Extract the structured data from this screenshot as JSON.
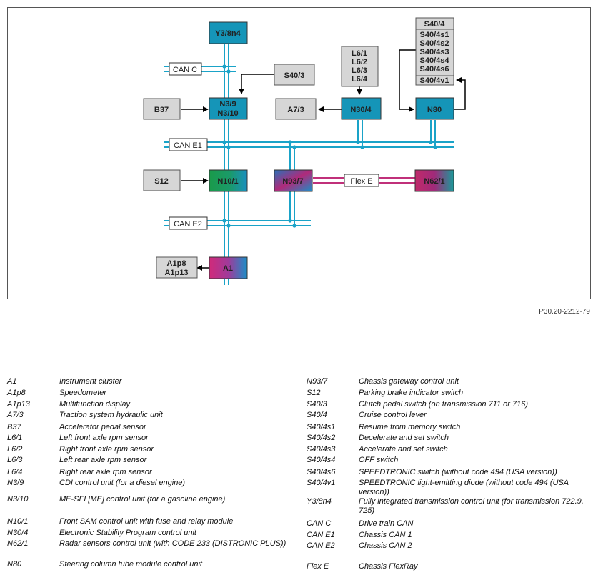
{
  "diagram": {
    "units": {
      "y3_8n4": "Y3/8n4",
      "n3_9": "N3/9",
      "n3_10": "N3/10",
      "b37": "B37",
      "s40_3": "S40/3",
      "a7_3": "A7/3",
      "n30_4": "N30/4",
      "l6_1": "L6/1",
      "l6_2": "L6/2",
      "l6_3": "L6/3",
      "l6_4": "L6/4",
      "n80": "N80",
      "s40_4": "S40/4",
      "s40_4s1": "S40/4s1",
      "s40_4s2": "S40/4s2",
      "s40_4s3": "S40/4s3",
      "s40_4s4": "S40/4s4",
      "s40_4s6": "S40/4s6",
      "s40_4v1": "S40/4v1",
      "s12": "S12",
      "n10_1": "N10/1",
      "n93_7": "N93/7",
      "n62_1": "N62/1",
      "a1": "A1",
      "a1p8": "A1p8",
      "a1p13": "A1p13"
    },
    "buses": {
      "can_c": "CAN C",
      "can_e1": "CAN E1",
      "can_e2": "CAN E2",
      "flex_e": "Flex E"
    },
    "figure_ref": "P30.20-2212-79"
  },
  "legend": {
    "left": [
      {
        "code": "A1",
        "desc": "Instrument cluster"
      },
      {
        "code": "A1p8",
        "desc": "Speedometer"
      },
      {
        "code": "A1p13",
        "desc": "Multifunction display"
      },
      {
        "code": "A7/3",
        "desc": "Traction system hydraulic unit"
      },
      {
        "code": "B37",
        "desc": "Accelerator pedal sensor"
      },
      {
        "code": "L6/1",
        "desc": "Left front axle rpm sensor"
      },
      {
        "code": "L6/2",
        "desc": "Right front axle rpm sensor"
      },
      {
        "code": "L6/3",
        "desc": "Left rear axle rpm sensor"
      },
      {
        "code": "L6/4",
        "desc": "Right rear axle rpm sensor"
      },
      {
        "code": "N3/9",
        "desc": "CDI control unit (for a diesel engine)"
      },
      {
        "code": "N3/10",
        "desc": "ME-SFI [ME] control unit (for a gasoline engine)"
      },
      {
        "code": "N10/1",
        "desc": "Front SAM control unit with fuse and relay module"
      },
      {
        "code": "N30/4",
        "desc": "Electronic Stability Program control unit"
      },
      {
        "code": "N62/1",
        "desc": "Radar sensors control unit (with CODE 233 (DISTRONIC PLUS))"
      },
      {
        "code": "N80",
        "desc": "Steering column tube module control unit"
      }
    ],
    "right": [
      {
        "code": "N93/7",
        "desc": "Chassis gateway control unit"
      },
      {
        "code": "S12",
        "desc": "Parking brake indicator switch"
      },
      {
        "code": "S40/3",
        "desc": "Clutch pedal switch (on transmission 711 or 716)"
      },
      {
        "code": "S40/4",
        "desc": "Cruise control lever"
      },
      {
        "code": "S40/4s1",
        "desc": "Resume from memory switch"
      },
      {
        "code": "S40/4s2",
        "desc": "Decelerate and set switch"
      },
      {
        "code": "S40/4s3",
        "desc": "Accelerate and set switch"
      },
      {
        "code": "S40/4s4",
        "desc": "OFF switch"
      },
      {
        "code": "S40/4s6",
        "desc": "SPEEDTRONIC switch (without code 494 (USA version))"
      },
      {
        "code": "S40/4v1",
        "desc": "SPEEDTRONIC light-emitting diode (without code 494 (USA version))"
      },
      {
        "code": "Y3/8n4",
        "desc": "Fully integrated transmission control unit (for transmission 722.9, 725)"
      },
      {
        "code": "CAN C",
        "desc": "Drive train CAN"
      },
      {
        "code": "CAN E1",
        "desc": "Chassis CAN 1"
      },
      {
        "code": "CAN E2",
        "desc": "Chassis CAN 2"
      },
      {
        "code": "Flex E",
        "desc": "Chassis FlexRay"
      }
    ]
  },
  "colors": {
    "bus_blue": "#1aa3c8",
    "flex_magenta": "#c0307a",
    "unit_teal": "#1595b8",
    "gray_box": "#d6d6d6"
  }
}
